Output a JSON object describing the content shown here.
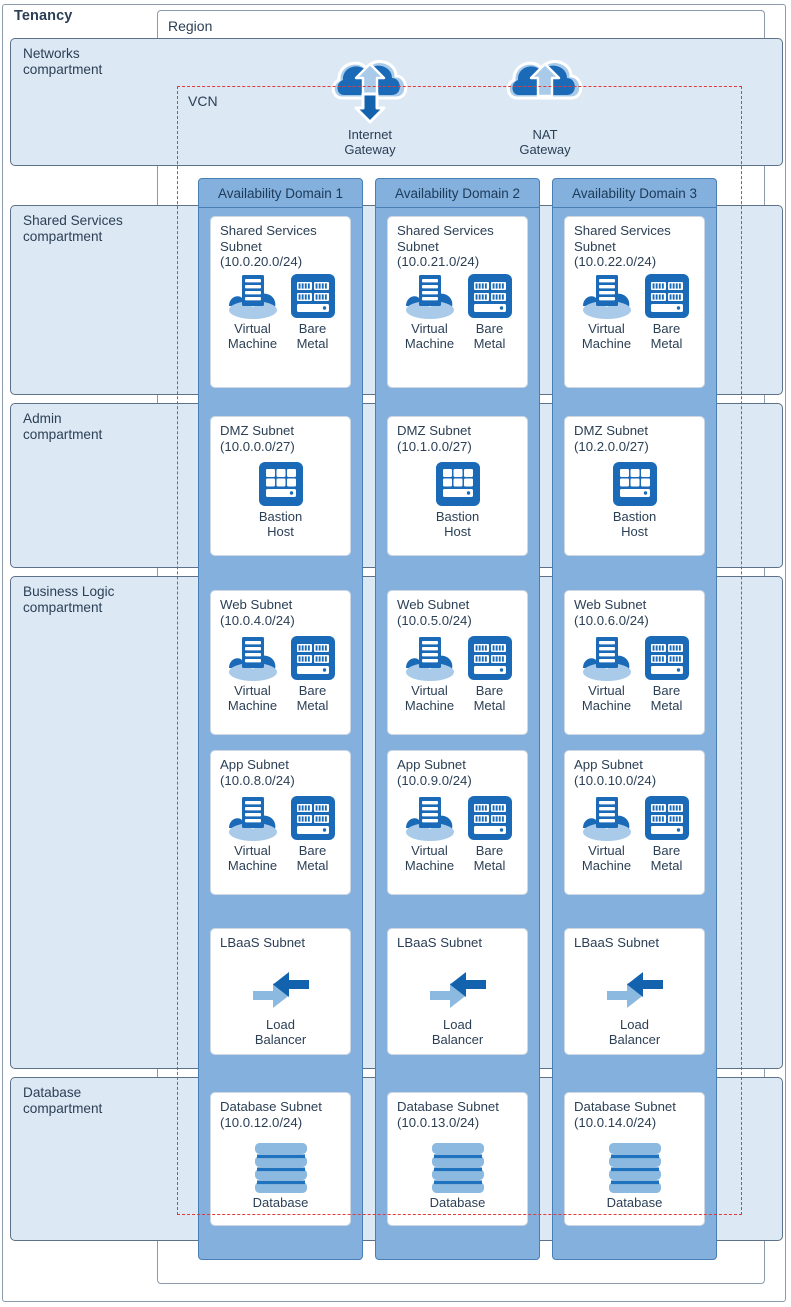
{
  "tenancy": {
    "label": "Tenancy"
  },
  "region": {
    "label": "Region"
  },
  "vcn": {
    "label": "VCN"
  },
  "colors": {
    "compartment_fill": "#dce8f4",
    "compartment_border": "#5d7288",
    "ad_fill": "#83b0dc",
    "ad_border": "#4a7fb5",
    "vcn_dash": "#e03b3b",
    "icon_dark_blue": "#1a6ab8",
    "icon_light_blue": "#8cb9e0",
    "text": "#2b3f55"
  },
  "gateways": [
    {
      "name": "internet-gateway",
      "label": "Internet\nGateway",
      "icon": "cloud-up-down-arrow-icon",
      "arrows": "up-down"
    },
    {
      "name": "nat-gateway",
      "label": "NAT\nGateway",
      "icon": "cloud-up-arrow-icon",
      "arrows": "up"
    }
  ],
  "availability_domains": [
    {
      "label": "Availability Domain 1"
    },
    {
      "label": "Availability Domain 2"
    },
    {
      "label": "Availability Domain 3"
    }
  ],
  "compartments": [
    {
      "key": "networks",
      "label": "Networks\ncompartment"
    },
    {
      "key": "shared",
      "label": "Shared Services\ncompartment"
    },
    {
      "key": "admin",
      "label": "Admin\ncompartment"
    },
    {
      "key": "business",
      "label": "Business Logic\ncompartment"
    },
    {
      "key": "database",
      "label": "Database\ncompartment"
    }
  ],
  "subnets": {
    "shared": [
      {
        "title": "Shared Services\nSubnet\n(10.0.20.0/24)"
      },
      {
        "title": "Shared Services\nSubnet\n(10.0.21.0/24)"
      },
      {
        "title": "Shared Services\nSubnet\n(10.0.22.0/24)"
      }
    ],
    "dmz": [
      {
        "title": "DMZ Subnet\n(10.0.0.0/27)"
      },
      {
        "title": "DMZ Subnet\n(10.1.0.0/27)"
      },
      {
        "title": "DMZ Subnet\n(10.2.0.0/27)"
      }
    ],
    "web": [
      {
        "title": "Web Subnet\n(10.0.4.0/24)"
      },
      {
        "title": "Web Subnet\n(10.0.5.0/24)"
      },
      {
        "title": "Web Subnet\n(10.0.6.0/24)"
      }
    ],
    "app": [
      {
        "title": "App Subnet\n(10.0.8.0/24)"
      },
      {
        "title": "App Subnet\n(10.0.9.0/24)"
      },
      {
        "title": "App Subnet\n(10.0.10.0/24)"
      }
    ],
    "lbaas": [
      {
        "title": "LBaaS Subnet"
      },
      {
        "title": "LBaaS Subnet"
      },
      {
        "title": "LBaaS Subnet"
      }
    ],
    "database": [
      {
        "title": "Database Subnet\n(10.0.12.0/24)"
      },
      {
        "title": "Database Subnet\n(10.0.13.0/24)"
      },
      {
        "title": "Database Subnet\n(10.0.14.0/24)"
      }
    ]
  },
  "resource_captions": {
    "virtual_machine": "Virtual\nMachine",
    "bare_metal": "Bare\nMetal",
    "bastion_host": "Bastion\nHost",
    "load_balancer": "Load\nBalancer",
    "database": "Database"
  },
  "icon_names": {
    "virtual_machine": "virtual-machine-icon",
    "bare_metal": "bare-metal-icon",
    "bastion_host": "bastion-host-icon",
    "load_balancer": "load-balancer-icon",
    "database": "database-icon"
  }
}
